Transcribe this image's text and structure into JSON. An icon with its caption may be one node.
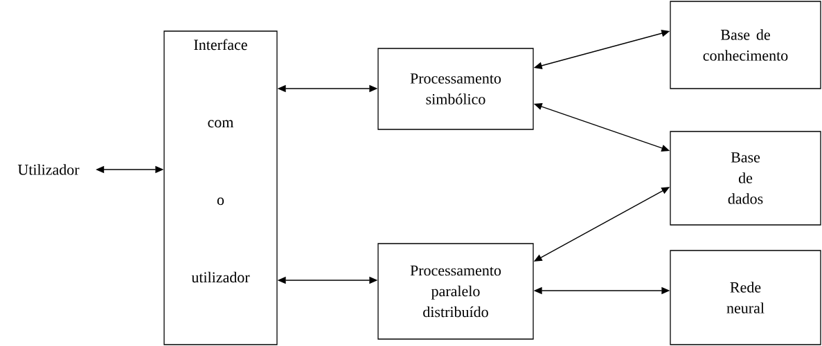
{
  "diagram": {
    "nodes": [
      {
        "text": [
          "Utilizador"
        ]
      },
      {
        "text": [
          "Interface com o utilizador"
        ]
      },
      {
        "text": [
          "Processamento simbólico"
        ]
      },
      {
        "text": [
          "Processamento paralelo distribuído"
        ]
      },
      {
        "text": [
          "Base de conhecimento"
        ]
      },
      {
        "text": [
          "Base de dados"
        ]
      },
      {
        "text": [
          "Rede neural"
        ]
      }
    ],
    "edges": [
      {
        "from": 0,
        "to": 1,
        "arrow": "both"
      },
      {
        "from": 1,
        "to": 2,
        "arrow": "both"
      },
      {
        "from": 1,
        "to": 3,
        "arrow": "both"
      },
      {
        "from": 2,
        "to": 4,
        "arrow": "both"
      },
      {
        "from": 2,
        "to": 5,
        "arrow": "both"
      },
      {
        "from": 3,
        "to": 5,
        "arrow": "both"
      },
      {
        "from": 3,
        "to": 6,
        "arrow": "both"
      }
    ]
  }
}
